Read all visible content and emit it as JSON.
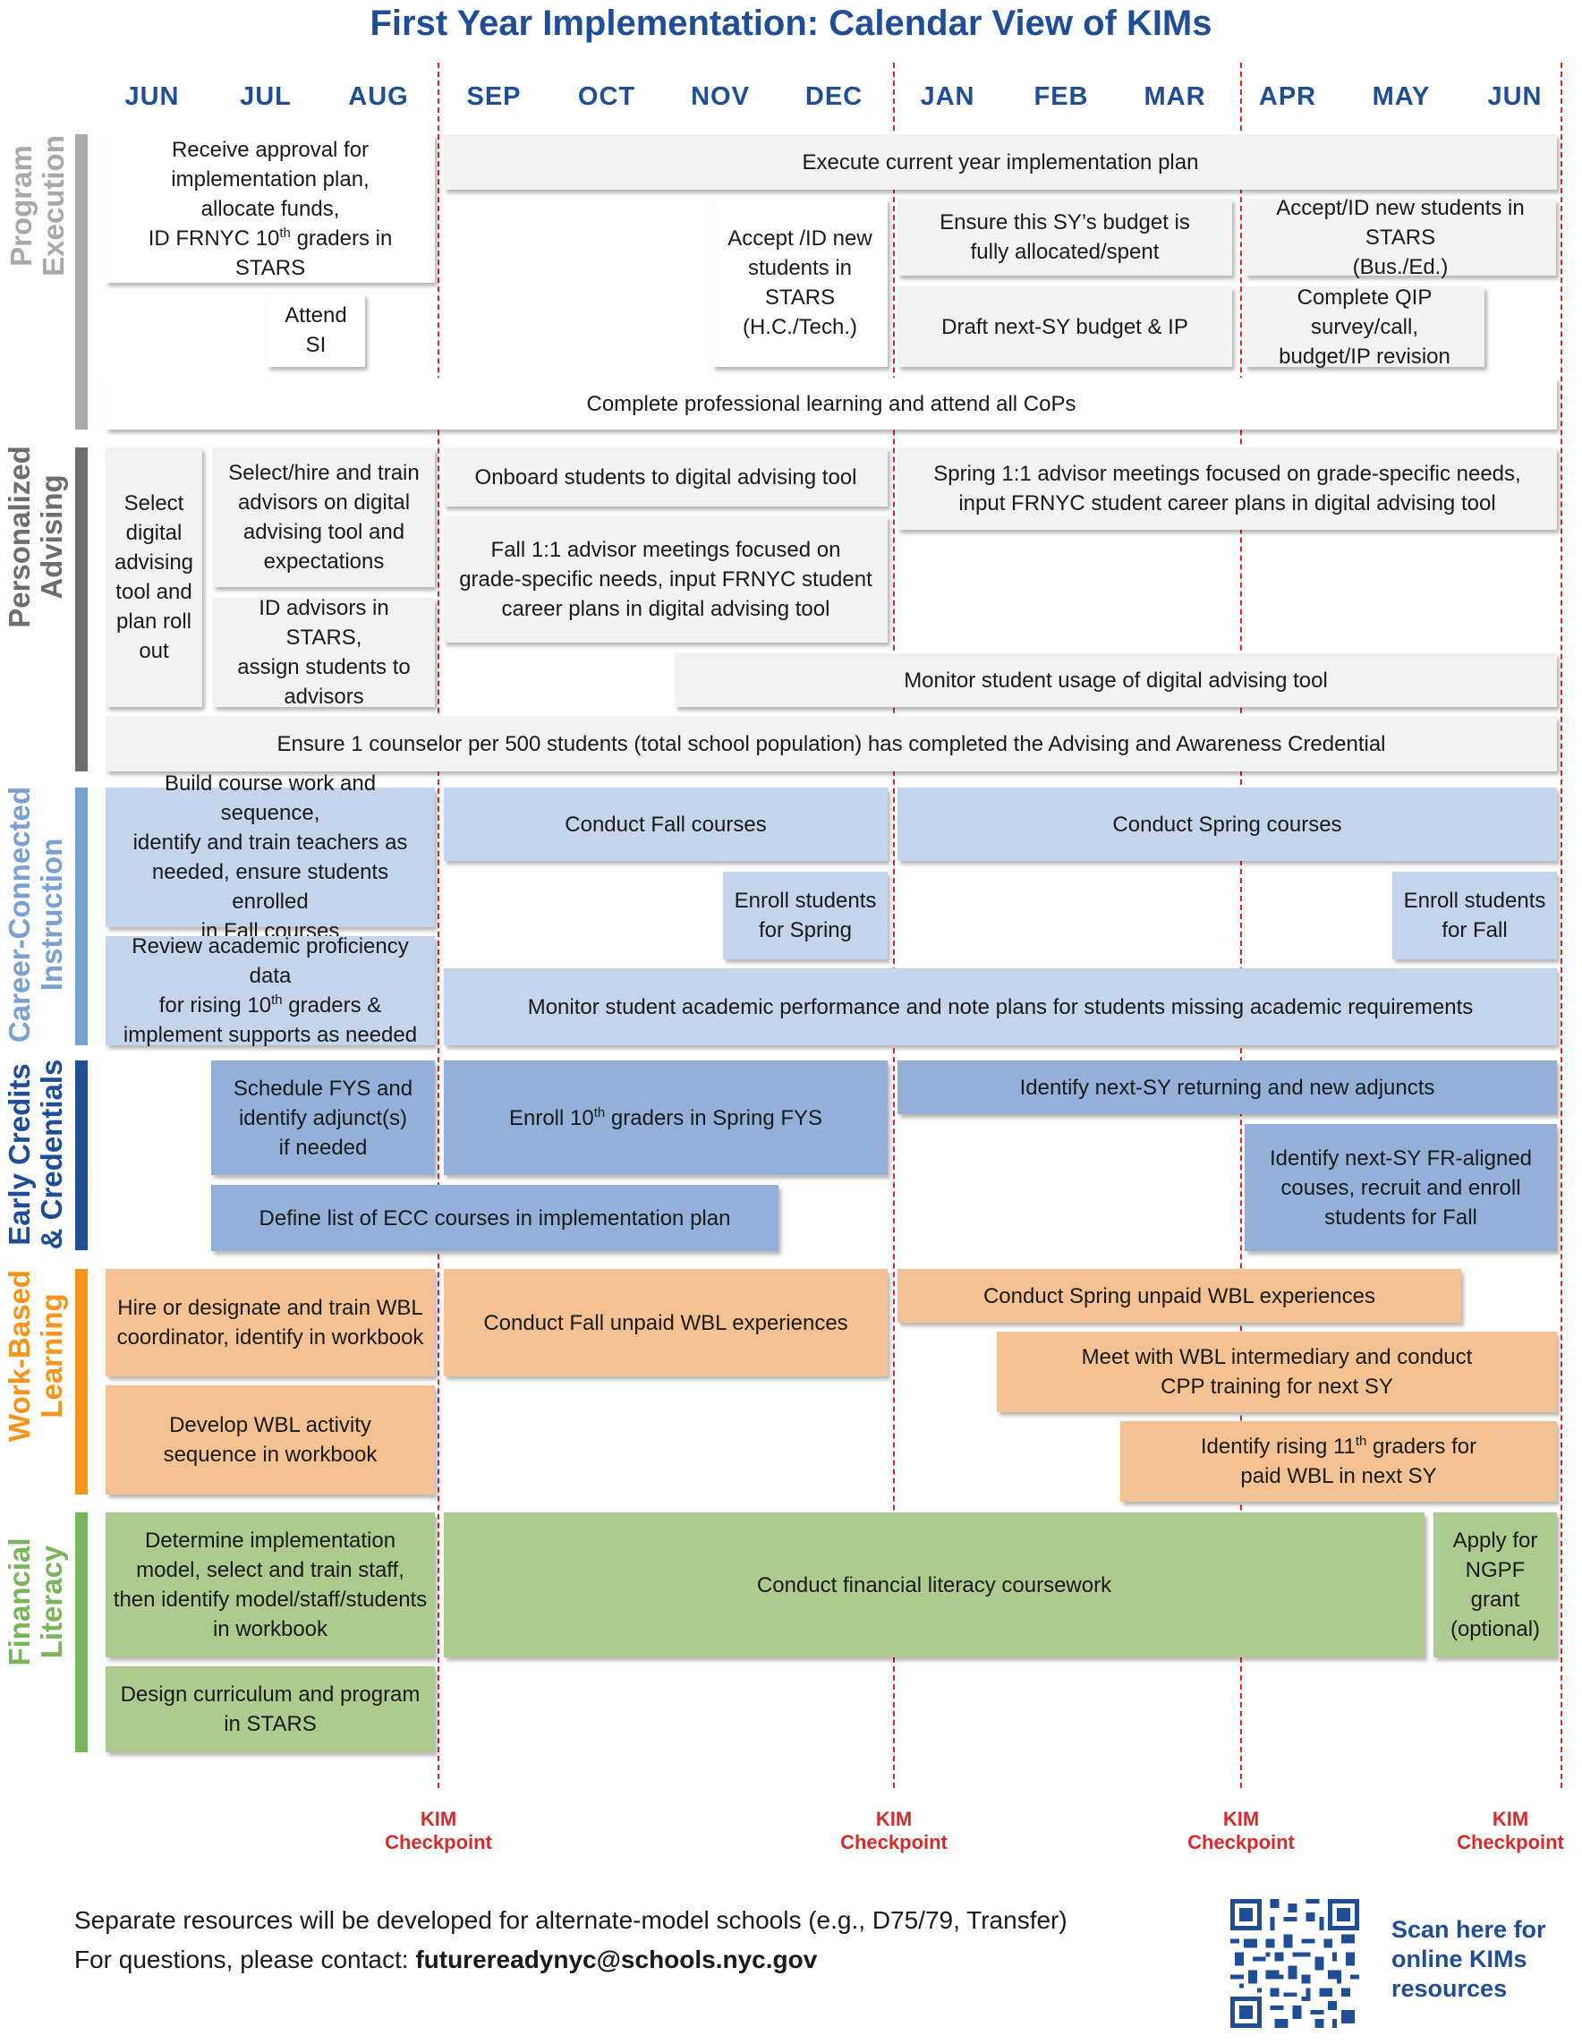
{
  "title": "First Year Implementation: Calendar View of KIMs",
  "months": [
    "JUN",
    "JUL",
    "AUG",
    "SEP",
    "OCT",
    "NOV",
    "DEC",
    "JAN",
    "FEB",
    "MAR",
    "APR",
    "MAY",
    "JUN"
  ],
  "kim_label_line1": "KIM",
  "kim_label_line2": "Checkpoint",
  "lanes": [
    {
      "id": "program-execution",
      "label_line1": "Program",
      "label_line2": "Execution",
      "color": "#a7a9ac"
    },
    {
      "id": "personalized-advising",
      "label_line1": "Personalized",
      "label_line2": "Advising",
      "color": "#6d6e71"
    },
    {
      "id": "career-connected-instruction",
      "label_line1": "Career-Connected",
      "label_line2": "Instruction",
      "color": "#7aa1d2"
    },
    {
      "id": "early-credits",
      "label_line1": "Early Credits",
      "label_line2": "& Credentials",
      "color": "#1f4e96"
    },
    {
      "id": "work-based-learning",
      "label_line1": "Work-Based",
      "label_line2": "Learning",
      "color": "#f7941d"
    },
    {
      "id": "financial-literacy",
      "label_line1": "Financial",
      "label_line2": "Literacy",
      "color": "#7ab55c"
    }
  ],
  "tasks": {
    "pe_receive": "Receive approval for\nimplementation plan,\nallocate funds,\nID FRNYC 10th graders in STARS",
    "pe_attend_si": "Attend SI",
    "pe_execute": "Execute current year implementation plan",
    "pe_accept_hc": "Accept /ID new\nstudents in STARS\n(H.C./Tech.)",
    "pe_budget": "Ensure this SY’s budget is\nfully allocated/spent",
    "pe_draft": "Draft next-SY budget & IP",
    "pe_accept_bus": "Accept/ID new students in STARS\n(Bus./Ed.)",
    "pe_qip": "Complete QIP survey/call,\nbudget/IP revision",
    "pe_pl": "Complete professional learning and attend all CoPs",
    "pa_select_tool": "Select\ndigital\nadvising\ntool and\nplan roll\nout",
    "pa_hire": "Select/hire and train\nadvisors on digital\nadvising tool and\nexpectations",
    "pa_id_advisors": "ID advisors in STARS,\nassign students to\nadvisors",
    "pa_onboard": "Onboard students to digital advising tool",
    "pa_fall_meet": "Fall 1:1 advisor meetings focused on\ngrade-specific needs, input FRNYC student\ncareer plans in digital advising tool",
    "pa_spring_meet": "Spring 1:1 advisor meetings focused on grade-specific needs,\ninput FRNYC student career plans in digital advising tool",
    "pa_monitor": "Monitor student usage of digital advising tool",
    "pa_counselor": "Ensure 1 counselor per 500 students (total school population) has completed the Advising and Awareness Credential",
    "cc_build": "Build course work and sequence,\nidentify and train teachers as\nneeded, ensure students enrolled\nin Fall courses",
    "cc_review": "Review academic proficiency data\nfor rising 10th graders &\nimplement supports as needed",
    "cc_fall": "Conduct Fall courses",
    "cc_spring": "Conduct Spring courses",
    "cc_enroll_spring": "Enroll students\nfor Spring",
    "cc_enroll_fall": "Enroll students\nfor Fall",
    "cc_monitor": "Monitor student academic performance and note plans for students missing academic requirements",
    "ec_schedule": "Schedule FYS and\nidentify adjunct(s)\nif needed",
    "ec_enroll": "Enroll 10th graders in Spring FYS",
    "ec_define": "Define list of ECC courses in implementation plan",
    "ec_adjuncts": "Identify next-SY returning and new adjuncts",
    "ec_fr_aligned": "Identify next-SY FR-aligned\ncouses, recruit and enroll\nstudents for Fall",
    "wbl_hire": "Hire or designate and train WBL\ncoordinator, identify in workbook",
    "wbl_develop": "Develop WBL activity\nsequence in workbook",
    "wbl_fall": "Conduct Fall unpaid WBL experiences",
    "wbl_spring": "Conduct Spring unpaid WBL experiences",
    "wbl_meet": "Meet with WBL intermediary and conduct\nCPP training for next SY",
    "wbl_rising": "Identify rising 11th graders for\npaid WBL in next SY",
    "fl_determine": "Determine implementation\nmodel, select and train staff,\nthen identify model/staff/students\nin workbook",
    "fl_design": "Design curriculum and program\nin STARS",
    "fl_conduct": "Conduct financial literacy coursework",
    "fl_ngpf": "Apply for\nNGPF grant\n(optional)"
  },
  "footer": {
    "line1": "Separate resources will be developed for alternate-model schools (e.g., D75/79, Transfer)",
    "line2_prefix": "For questions, please contact: ",
    "email": "futurereadynyc@schools.nyc.gov",
    "scan": "Scan here for\nonline KIMs\nresources"
  }
}
